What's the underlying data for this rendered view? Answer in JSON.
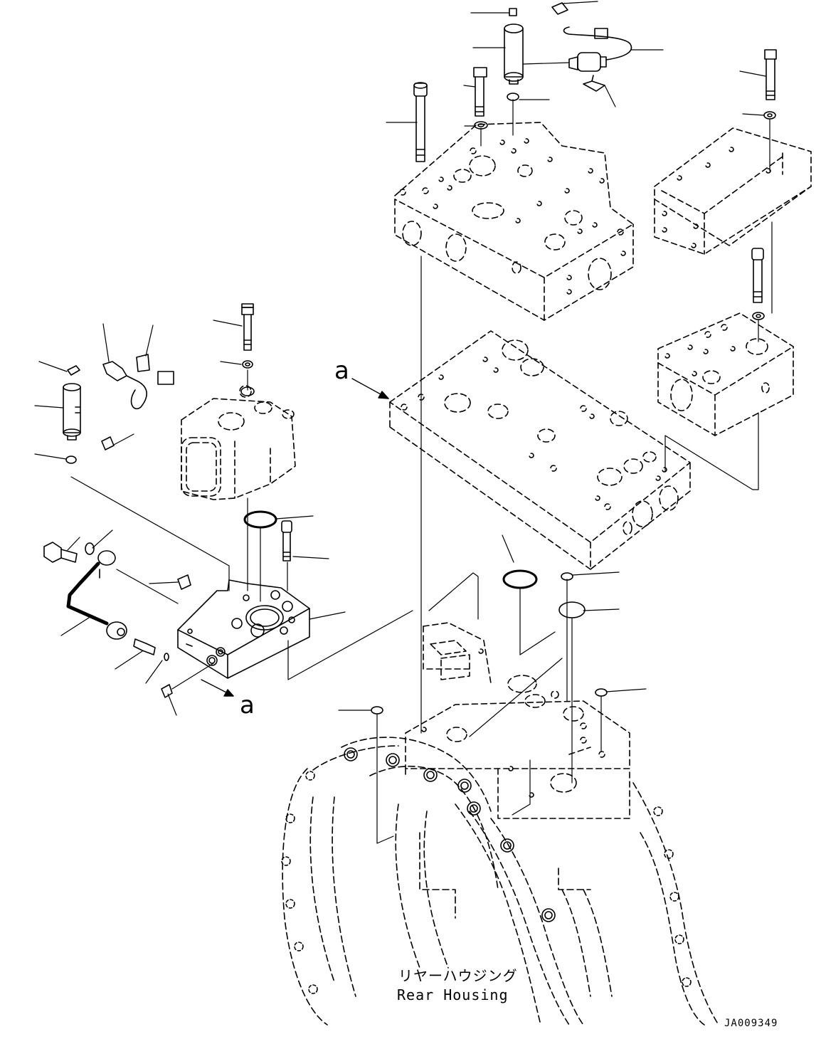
{
  "callout_marker": "a",
  "housing_label_jp": "リヤーハウジング",
  "housing_label_en": "Rear Housing",
  "drawing_code": "JA009349"
}
